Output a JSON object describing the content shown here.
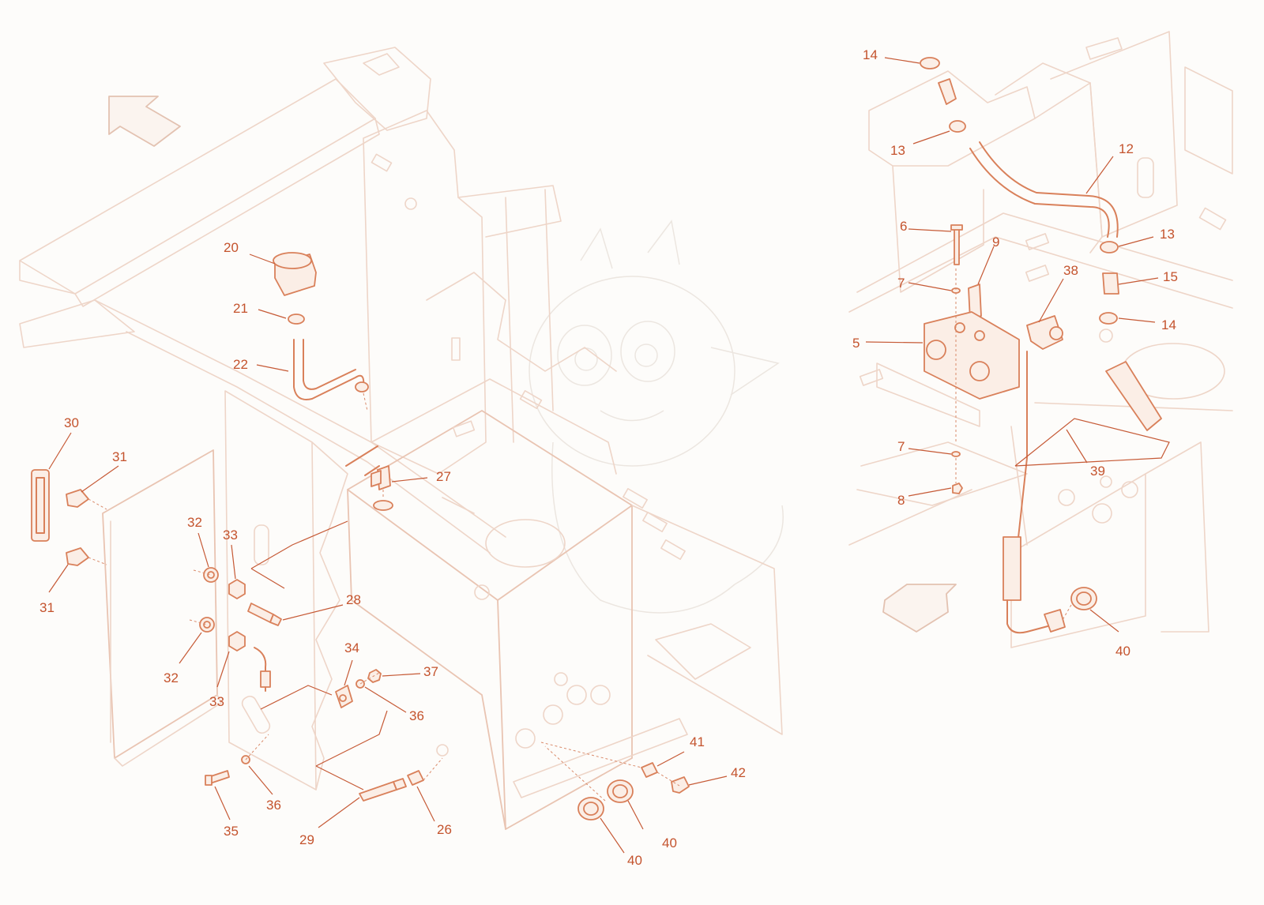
{
  "callouts": [
    {
      "id": "c20",
      "label": "20"
    },
    {
      "id": "c21",
      "label": "21"
    },
    {
      "id": "c22",
      "label": "22"
    },
    {
      "id": "c27",
      "label": "27"
    },
    {
      "id": "c30",
      "label": "30"
    },
    {
      "id": "c31a",
      "label": "31"
    },
    {
      "id": "c31b",
      "label": "31"
    },
    {
      "id": "c32a",
      "label": "32"
    },
    {
      "id": "c33a",
      "label": "33"
    },
    {
      "id": "c32b",
      "label": "32"
    },
    {
      "id": "c33b",
      "label": "33"
    },
    {
      "id": "c28",
      "label": "28"
    },
    {
      "id": "c34",
      "label": "34"
    },
    {
      "id": "c37",
      "label": "37"
    },
    {
      "id": "c36a",
      "label": "36"
    },
    {
      "id": "c36b",
      "label": "36"
    },
    {
      "id": "c35",
      "label": "35"
    },
    {
      "id": "c29",
      "label": "29"
    },
    {
      "id": "c26",
      "label": "26"
    },
    {
      "id": "c41",
      "label": "41"
    },
    {
      "id": "c42",
      "label": "42"
    },
    {
      "id": "c40a",
      "label": "40"
    },
    {
      "id": "c40b",
      "label": "40"
    },
    {
      "id": "c14a",
      "label": "14"
    },
    {
      "id": "c13a",
      "label": "13"
    },
    {
      "id": "c12",
      "label": "12"
    },
    {
      "id": "c6",
      "label": "6"
    },
    {
      "id": "c9",
      "label": "9"
    },
    {
      "id": "c7a",
      "label": "7"
    },
    {
      "id": "c5",
      "label": "5"
    },
    {
      "id": "c38",
      "label": "38"
    },
    {
      "id": "c13b",
      "label": "13"
    },
    {
      "id": "c15",
      "label": "15"
    },
    {
      "id": "c14b",
      "label": "14"
    },
    {
      "id": "c7b",
      "label": "7"
    },
    {
      "id": "c8",
      "label": "8"
    },
    {
      "id": "c39",
      "label": "39"
    },
    {
      "id": "c40c",
      "label": "40"
    }
  ],
  "icons": {
    "direction_arrow_left": "forward-direction-arrow-icon",
    "direction_arrow_right": "forward-direction-arrow-icon",
    "watermark": "dragon-watermark-icon"
  },
  "colors": {
    "part_highlight": "#d9805a",
    "callout_text": "#c4532d",
    "frame_lines": "#eed5c8",
    "background": "#fdfcfa"
  }
}
